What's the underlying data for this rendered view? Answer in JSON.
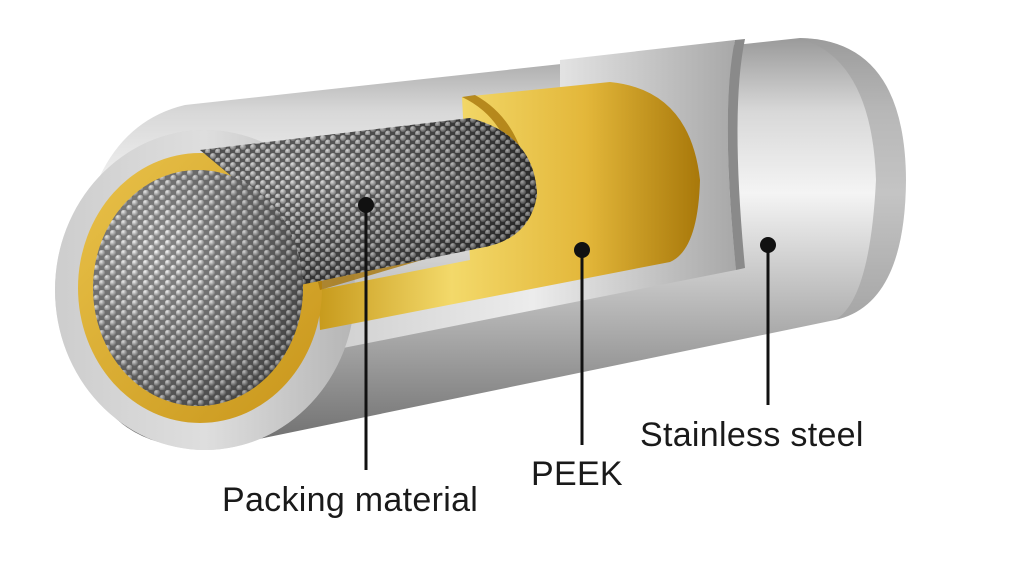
{
  "diagram": {
    "labels": {
      "packing_material": "Packing material",
      "peek": "PEEK",
      "stainless_steel": "Stainless steel"
    },
    "colors": {
      "steel_light": "#ededed",
      "steel_mid": "#b8b8b8",
      "steel_dark": "#7d7d7d",
      "peek_light": "#f2d35a",
      "peek_dark": "#b8860b",
      "packing_bead": "#a9a9a9",
      "packing_shadow": "#3c3c3c",
      "callout": "#111111"
    }
  }
}
